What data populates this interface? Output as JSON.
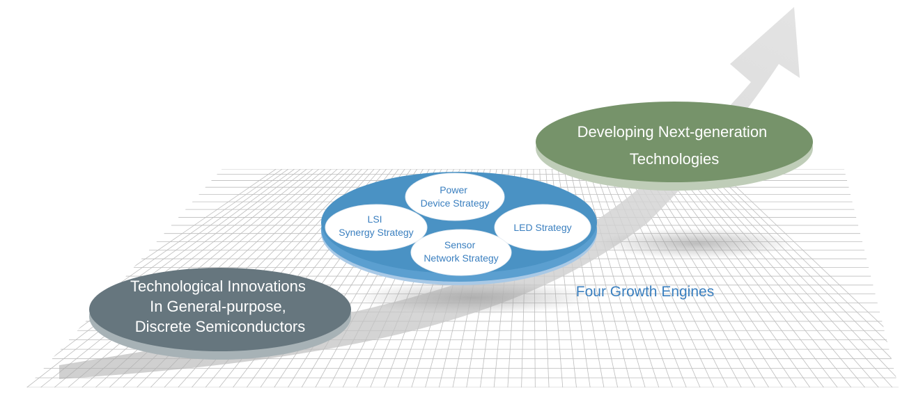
{
  "base": {
    "lines": [
      "Technological Innovations",
      "In General-purpose,",
      "Discrete Semiconductors"
    ]
  },
  "growth_engines": {
    "label": "Four Growth Engines",
    "engines": {
      "power": [
        "Power",
        "Device Strategy"
      ],
      "lsi": [
        "LSI",
        "Synergy Strategy"
      ],
      "led": [
        "LED Strategy"
      ],
      "sensor": [
        "Sensor",
        "Network Strategy"
      ]
    }
  },
  "next_gen": {
    "lines": [
      "Developing Next-generation",
      "Technologies"
    ]
  },
  "colors": {
    "base_disc": "#66767e",
    "engine_disc": "#4a92c4",
    "engine_text": "#3a7fbf",
    "next_gen_disc": "#76936a",
    "arrow": "#d6d6d6",
    "grid": "#bcbcbc"
  }
}
